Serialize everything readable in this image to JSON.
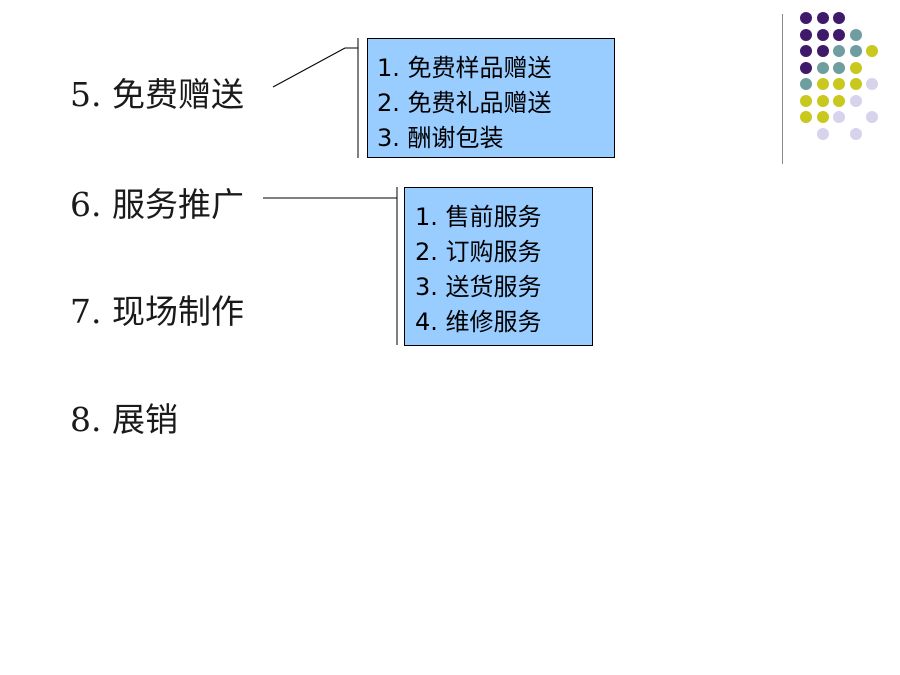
{
  "slide": {
    "items": [
      {
        "label": "5. 免费赠送"
      },
      {
        "label": "6. 服务推广"
      },
      {
        "label": "7. 现场制作"
      },
      {
        "label": "8. 展销"
      }
    ],
    "box_gifts": {
      "lines": [
        "1. 免费样品赠送",
        "2. 免费礼品赠送",
        "3. 酬谢包装"
      ],
      "background": "#99ccff"
    },
    "box_services": {
      "lines": [
        "1. 售前服务",
        "2. 订购服务",
        "3. 送货服务",
        "4. 维修服务"
      ],
      "background": "#99ccff"
    },
    "decoration": {
      "colors": {
        "purple": "#3f1a6b",
        "teal": "#6f9ea0",
        "olive": "#c8c81e",
        "lavender": "#d6d3ec"
      }
    }
  }
}
